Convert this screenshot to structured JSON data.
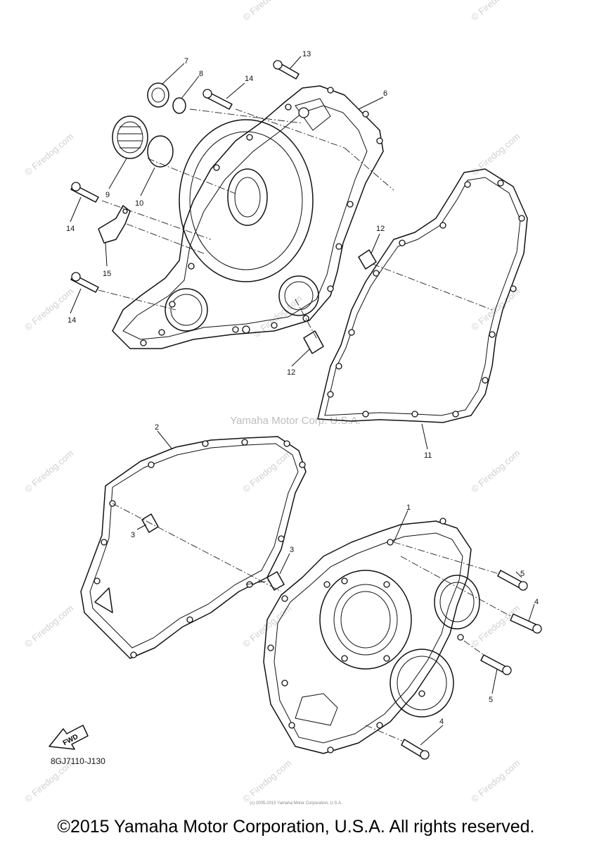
{
  "diagram": {
    "center_watermark": "Yamaha Motor Corp. U.S.A.",
    "diagram_code": "8GJ7110-J130",
    "fwd_label": "FWD",
    "copyright": "©2015 Yamaha Motor Corporation, U.S.A. All rights reserved.",
    "small_copyright": "(c) 2005-2015 Yamaha Motor Corporation, U.S.A.",
    "watermark_text": "© Firedog.com",
    "callouts": [
      {
        "id": "c1",
        "label": "1"
      },
      {
        "id": "c2",
        "label": "2"
      },
      {
        "id": "c3a",
        "label": "3"
      },
      {
        "id": "c3b",
        "label": "3"
      },
      {
        "id": "c4a",
        "label": "4"
      },
      {
        "id": "c4b",
        "label": "4"
      },
      {
        "id": "c5a",
        "label": "5"
      },
      {
        "id": "c5b",
        "label": "5"
      },
      {
        "id": "c6",
        "label": "6"
      },
      {
        "id": "c7",
        "label": "7"
      },
      {
        "id": "c8",
        "label": "8"
      },
      {
        "id": "c9",
        "label": "9"
      },
      {
        "id": "c10",
        "label": "10"
      },
      {
        "id": "c11",
        "label": "11"
      },
      {
        "id": "c12a",
        "label": "12"
      },
      {
        "id": "c12b",
        "label": "12"
      },
      {
        "id": "c13",
        "label": "13"
      },
      {
        "id": "c14a",
        "label": "14"
      },
      {
        "id": "c14b",
        "label": "14"
      },
      {
        "id": "c14c",
        "label": "14"
      },
      {
        "id": "c15",
        "label": "15"
      }
    ]
  }
}
